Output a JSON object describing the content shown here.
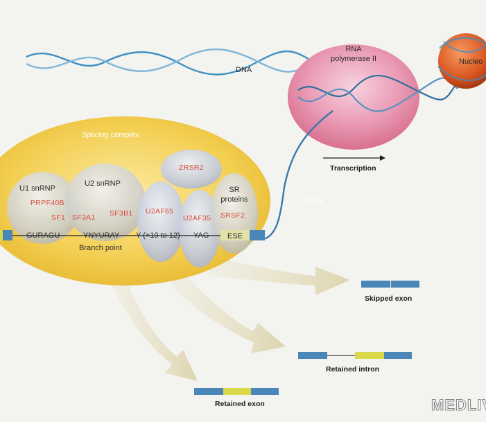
{
  "labels": {
    "dna": "DNA",
    "rna_pol_line1": "RNA",
    "rna_pol_line2": "polymerase II",
    "nucleosome": "Nucleo",
    "transcription": "Transcription",
    "mrna": "mRNA",
    "splicing_complex": "Splicing complex",
    "u1_snrnp": "U1 snRNP",
    "u2_snrnp": "U2 snRNP",
    "prpf40b": "PRPF40B",
    "sf1": "SF1",
    "sf3a1": "SF3A1",
    "sf3b1": "SF3B1",
    "zrsr2": "ZRSR2",
    "u2af65": "U2AF65",
    "u2af35": "U2AF35",
    "sr_line1": "SR",
    "sr_line2": "proteins",
    "srsf2": "SRSF2",
    "guragu": "GURAGU",
    "ynyuray": "YNYURAY",
    "poly_y": "Y (×10 to 12)",
    "yag": "YAG",
    "ese": "ESE",
    "branch_point": "Branch point"
  },
  "outcomes": {
    "skipped_exon": "Skipped exon",
    "retained_intron": "Retained intron",
    "retained_exon": "Retained exon"
  },
  "watermark": "MEDLIV",
  "colors": {
    "exon_blue": "#4a86b8",
    "exon_yellow": "#d9d94a",
    "splicing_complex": "#f0c73a",
    "rna_polymerase": "#e48aa6",
    "nucleosome": "#d65a2a",
    "protein_label_red": "#d84a3a",
    "dna_strand": "#3f8fc4"
  }
}
